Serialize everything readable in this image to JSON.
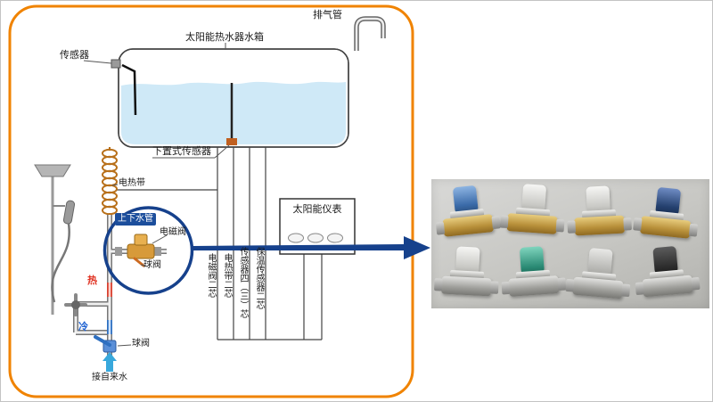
{
  "diagram": {
    "labels": {
      "exhaust_pipe": "排气管",
      "tank": "太阳能热水器水箱",
      "sensor": "传感器",
      "bottom_sensor": "下置式传感器",
      "heating_belt": "电热带",
      "water_pipe": "上下水管",
      "solenoid_valve": "电磁阀",
      "ball_valve_upper": "球阀",
      "hot": "热",
      "cold": "冷",
      "ball_valve_lower": "球阀",
      "tap_water": "接自来水",
      "meter": "太阳能仪表"
    },
    "wire_labels": [
      "电磁阀二芯",
      "电热带二芯",
      "传感器四（三）芯",
      "保温传感器二芯"
    ]
  },
  "photo": {
    "subject": "solenoid-valves-product-photo",
    "valve_cap_colors": [
      "#3a6aa8",
      "#e9e9e7",
      "#ececea",
      "#24406e",
      "#efefed",
      "#2a8a74",
      "#d8d8d6",
      "#1c1c1c"
    ],
    "valve_body_colors": [
      "#b8903a",
      "#b8903a",
      "#b8903a",
      "#b8903a",
      "#9e9e9a",
      "#9e9e9a",
      "#9e9e9a",
      "#9e9e9a"
    ]
  },
  "colors": {
    "frame_orange": "#f08300",
    "highlight_blue": "#16418c",
    "hot_red": "#e03020",
    "cold_blue": "#1a5fd0",
    "water_blue": "#cfe9f7",
    "badge_blue": "#1c4e9c"
  }
}
